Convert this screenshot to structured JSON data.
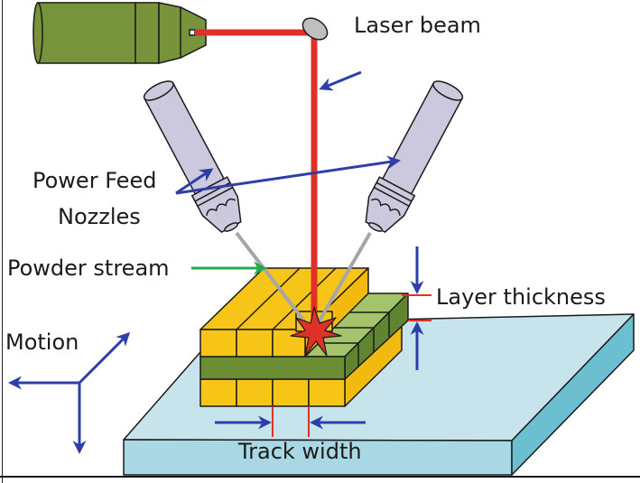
{
  "title": "Directed energy deposition (laser powder) process schematic",
  "labels": {
    "laser_beam": "Laser beam",
    "power_feed_nozzles_line1": "Power Feed",
    "power_feed_nozzles_line2": "Nozzles",
    "powder_stream": "Powder stream",
    "layer_thickness": "Layer thickness",
    "motion": "Motion",
    "track_width": "Track width"
  },
  "components": [
    {
      "name": "laser-source",
      "color": "#77933c"
    },
    {
      "name": "mirror",
      "color": "#bfbfbf"
    },
    {
      "name": "laser-beam",
      "color": "#e0302a"
    },
    {
      "name": "powder-feed-nozzle-left",
      "color": "#ccc8dd"
    },
    {
      "name": "powder-feed-nozzle-right",
      "color": "#ccc8dd"
    },
    {
      "name": "powder-stream",
      "color": "#a6a6a6"
    },
    {
      "name": "deposited-tracks-yellow",
      "color": "#f7c518"
    },
    {
      "name": "deposited-tracks-green",
      "color": "#6b8e35"
    },
    {
      "name": "melt-pool-spark",
      "color": "#e0302a"
    },
    {
      "name": "substrate",
      "color": "#bfe0ea"
    }
  ],
  "colors": {
    "annotation_arrow": "#2e3ea8",
    "powder_label_arrow": "#1fae4a",
    "dimension_line": "#e0302a",
    "substrate_top": "#c7e4ec",
    "substrate_front": "#a9d7e3",
    "substrate_side": "#6cbfd0",
    "yellow": "#f7c518",
    "green_dark": "#5f8530",
    "green_light": "#a3c46a"
  }
}
